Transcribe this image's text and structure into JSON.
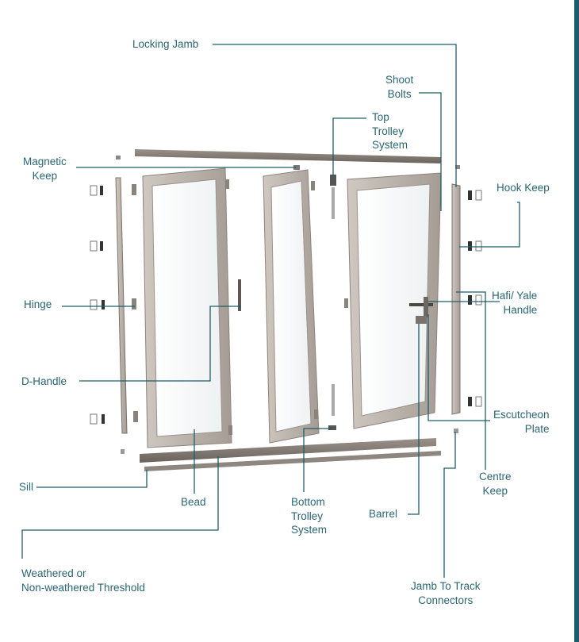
{
  "labels": {
    "locking_jamb": [
      "Locking Jamb"
    ],
    "shoot_bolts": [
      "Shoot",
      "Bolts"
    ],
    "top_trolley": [
      "Top",
      "Trolley",
      "System"
    ],
    "magnetic_keep": [
      "Magnetic",
      "Keep"
    ],
    "hook_keep": [
      "Hook Keep"
    ],
    "hinge": [
      "Hinge"
    ],
    "hafi_yale": [
      "Hafi/ Yale",
      "Handle"
    ],
    "d_handle": [
      "D-Handle"
    ],
    "escutcheon": [
      "Escutcheon",
      "Plate"
    ],
    "sill": [
      "Sill"
    ],
    "bead": [
      "Bead"
    ],
    "bottom_trolley": [
      "Bottom",
      "Trolley",
      "System"
    ],
    "barrel": [
      "Barrel"
    ],
    "centre_keep": [
      "Centre",
      "Keep"
    ],
    "threshold": [
      "Weathered or",
      "Non-weathered Threshold"
    ],
    "jamb_connectors": [
      "Jamb To Track",
      "Connectors"
    ]
  },
  "colors": {
    "label_text": "#2a6571",
    "leader_line": "#1f5d66",
    "accent_bar": "#1f5d66",
    "frame": "#b9b1aa",
    "frame_dark": "#6e6660",
    "glass": "#f4f6f7"
  }
}
